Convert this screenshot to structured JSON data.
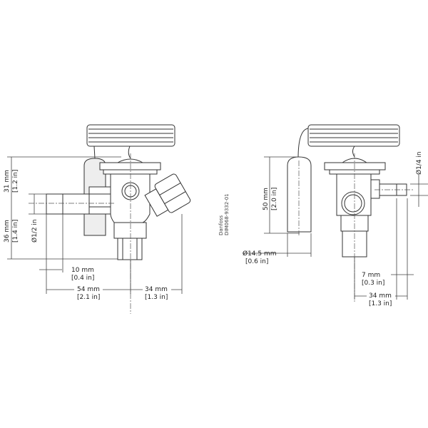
{
  "left_view": {
    "height_top": {
      "mm": "31 mm",
      "in": "[1.2 in]"
    },
    "height_bottom": {
      "mm": "36 mm",
      "in": "[1.4 in]"
    },
    "inlet_diameter": "Ø1/2 in",
    "offset": {
      "mm": "10 mm",
      "in": "[0.4 in]"
    },
    "width_left": {
      "mm": "54 mm",
      "in": "[2.1 in]"
    },
    "width_right": {
      "mm": "34 mm",
      "in": "[1.3 in]"
    }
  },
  "right_view": {
    "bulb_length": {
      "mm": "50 mm",
      "in": "[2.0 in]"
    },
    "bulb_diameter": {
      "mm": "Ø14.5 mm",
      "in": "[0.6 in]"
    },
    "equalizer_diameter": "Ø1/4 in",
    "equalizer_length": {
      "mm": "7 mm",
      "in": "[0.3 in]"
    },
    "width": {
      "mm": "34 mm",
      "in": "[1.3 in]"
    }
  },
  "drawing_info": {
    "brand": "Danfoss",
    "drawing_number": "DIM068-9332-01"
  }
}
